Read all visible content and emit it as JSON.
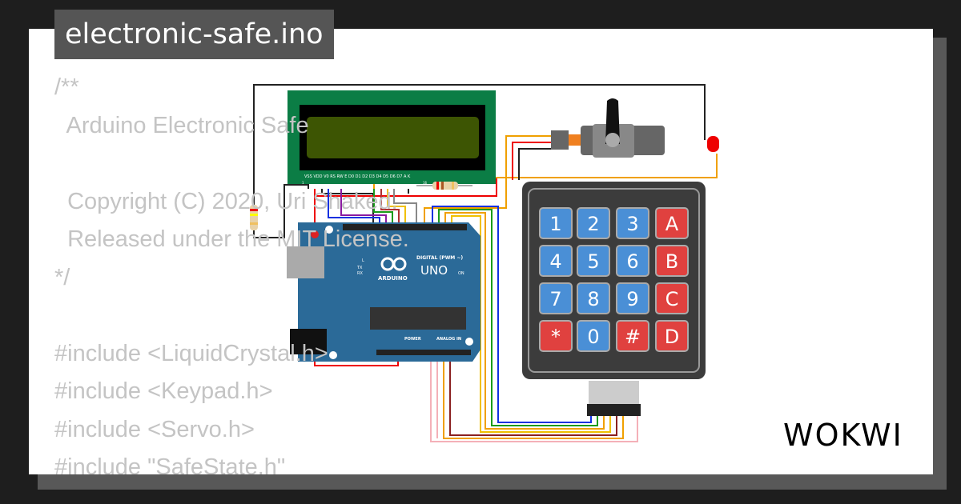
{
  "window": {
    "title": "electronic-safe.ino"
  },
  "code_lines": [
    "/**",
    "  Arduino Electronic Safe",
    "",
    "  Copyright (C) 2020, Uri Shaked.",
    "  Released under the MIT License.",
    "*/",
    "",
    "#include <LiquidCrystal.h>",
    "#include <Keypad.h>",
    "#include <Servo.h>",
    "#include \"SafeState.h\""
  ],
  "lcd": {
    "pin_labels": "VSS VDD V0 RS RW E D0 D1 D2 D3 D4 D5 D6 D7 A K",
    "pin_first": "1",
    "pin_last": "16"
  },
  "arduino": {
    "model": "UNO",
    "brand": "ARDUINO",
    "digital_label": "DIGITAL (PWM ~)",
    "power_label": "POWER",
    "analog_label": "ANALOG IN",
    "on_label": "ON",
    "tx": "TX",
    "rx": "RX",
    "l": "L"
  },
  "keypad": {
    "keys": [
      "1",
      "2",
      "3",
      "A",
      "4",
      "5",
      "6",
      "B",
      "7",
      "8",
      "9",
      "C",
      "*",
      "0",
      "#",
      "D"
    ],
    "colors": {
      "digit": "#4a8fd6",
      "letter": "#e0413f"
    }
  },
  "logo": "WOKWI"
}
